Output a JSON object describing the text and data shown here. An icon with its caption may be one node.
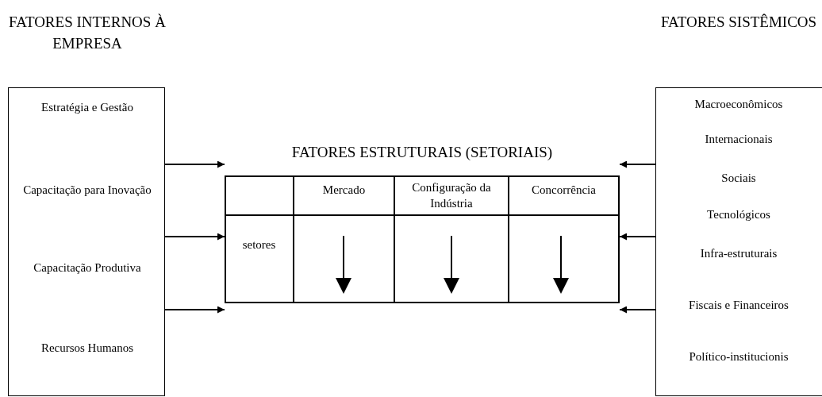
{
  "diagram": {
    "nodes": [
      {
        "text": [
          "FATORES INTERNOS À EMPRESA",
          "Estratégia e Gestão",
          "Capacitação para Inovação",
          "Capacitação Produtiva",
          "Recursos Humanos"
        ]
      },
      {
        "text": [
          "FATORES SISTÊMICOS",
          "Macroeconômicos",
          "Internacionais",
          "Sociais",
          "Tecnológicos",
          "Infra-estruturais",
          "Fiscais e Financeiros",
          "Político-institucionis"
        ]
      },
      {
        "text": [
          "FATORES ESTRUTURAIS (SETORIAIS)"
        ]
      }
    ],
    "edges": [
      {
        "from": 0,
        "to": 2,
        "arrow": "to"
      },
      {
        "from": 0,
        "to": 2,
        "arrow": "to"
      },
      {
        "from": 0,
        "to": 2,
        "arrow": "to"
      },
      {
        "from": 1,
        "to": 2,
        "arrow": "to"
      },
      {
        "from": 1,
        "to": 2,
        "arrow": "to"
      },
      {
        "from": 1,
        "to": 2,
        "arrow": "to"
      }
    ],
    "labels": [
      "Mercado",
      "Configuração da Indústria",
      "Concorrência",
      "setores"
    ]
  }
}
